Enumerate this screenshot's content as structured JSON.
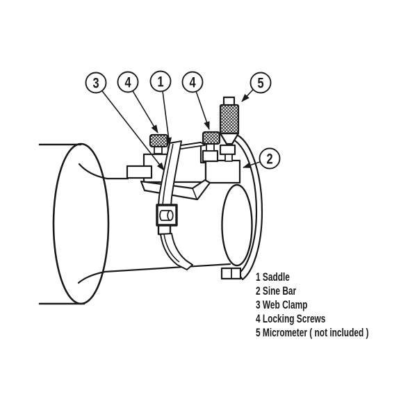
{
  "colors": {
    "line": "#1a1a1a",
    "background": "#ffffff"
  },
  "callouts": [
    {
      "label": "3"
    },
    {
      "label": "4"
    },
    {
      "label": "1"
    },
    {
      "label": "4"
    },
    {
      "label": "5"
    },
    {
      "label": "2"
    }
  ],
  "legend": {
    "items": [
      {
        "text": "1 Saddle",
        "num": "1",
        "name": "Saddle"
      },
      {
        "text": "2 Sine Bar",
        "num": "2",
        "name": "Sine Bar"
      },
      {
        "text": "3 Web Clamp",
        "num": "3",
        "name": "Web Clamp"
      },
      {
        "text": "4 Locking Screws",
        "num": "4",
        "name": "Locking Screws"
      },
      {
        "text": "5 Micrometer ( not included )",
        "num": "5",
        "name": "Micrometer ( not included )"
      }
    ]
  }
}
